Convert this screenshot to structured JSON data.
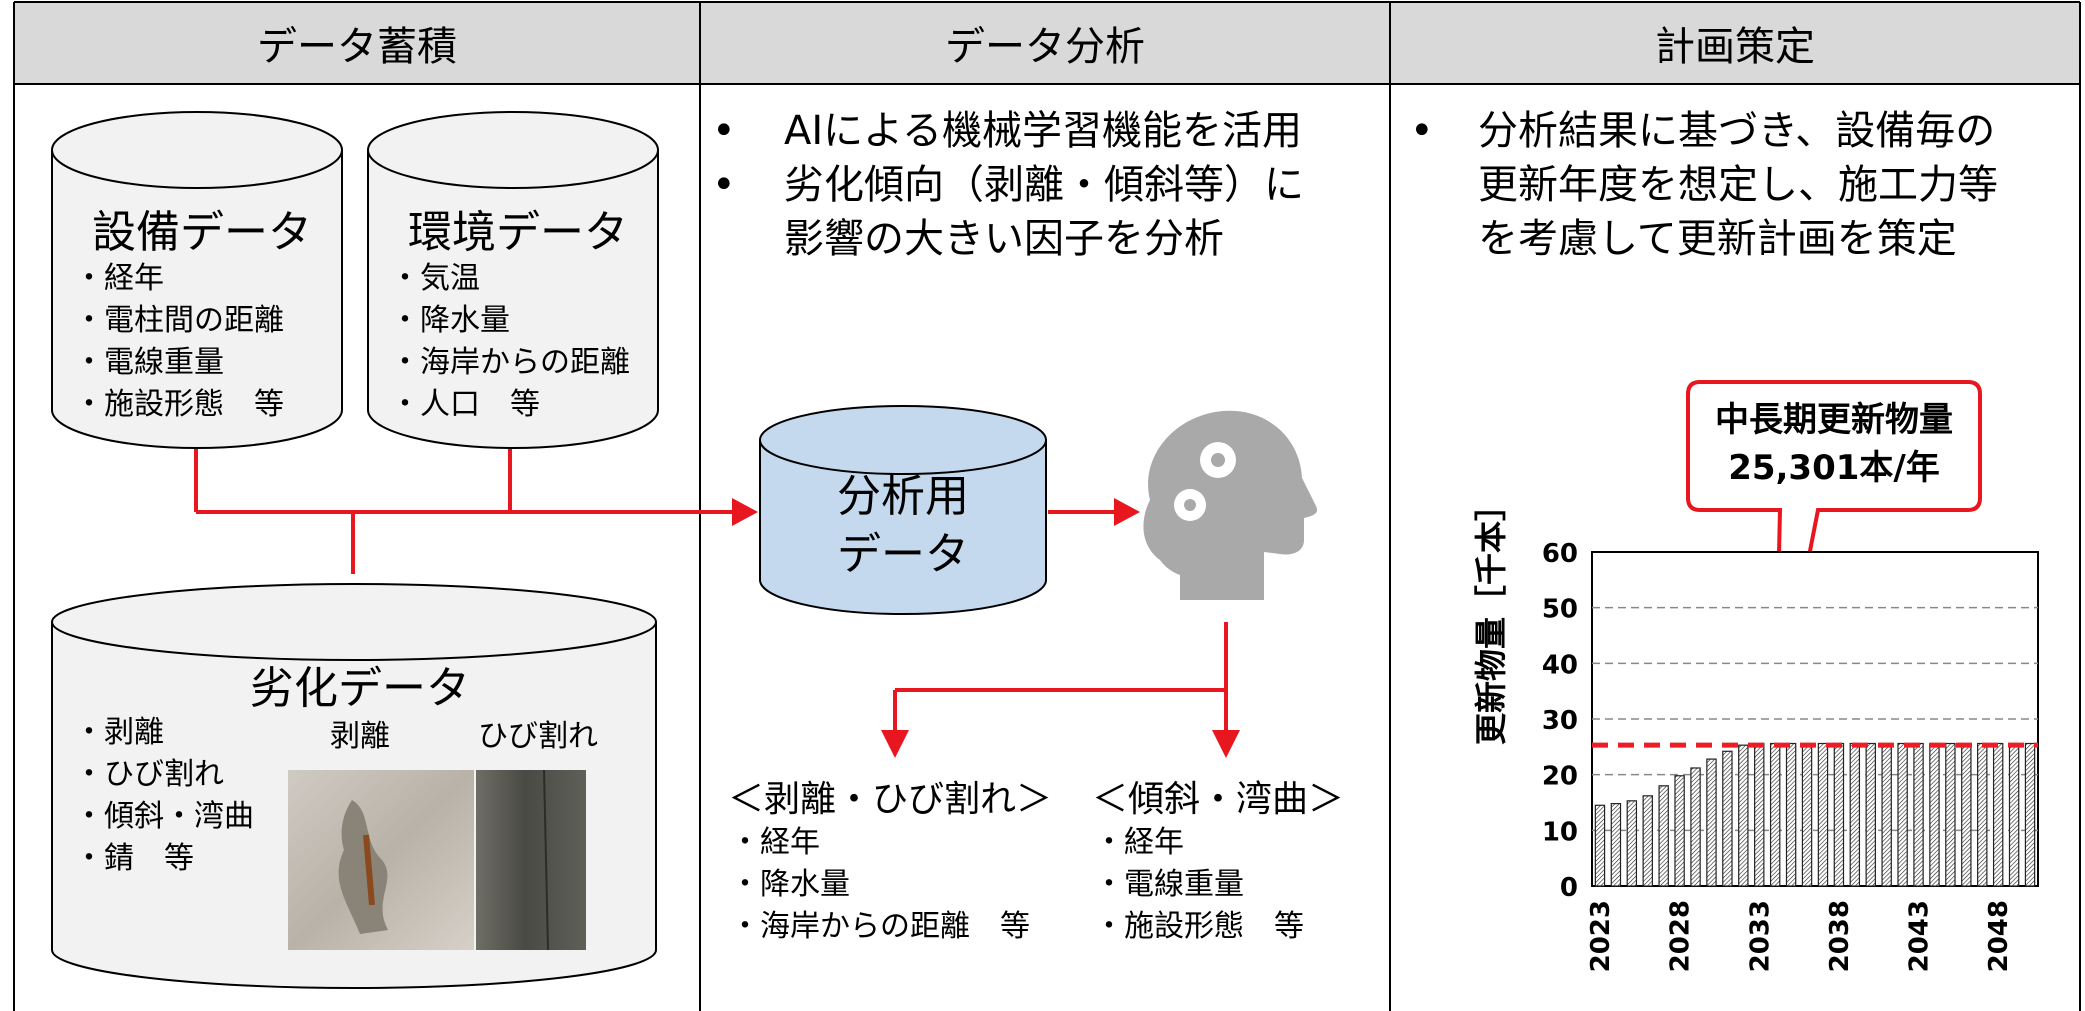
{
  "headers": {
    "accumulation": "データ蓄積",
    "analysis": "データ分析",
    "planning": "計画策定"
  },
  "equipment_db": {
    "title": "設備データ",
    "items": [
      "・経年",
      "・電柱間の距離",
      "・電線重量",
      "・施設形態　等"
    ]
  },
  "environment_db": {
    "title": "環境データ",
    "items": [
      "・気温",
      "・降水量",
      "・海岸からの距離",
      "・人口　等"
    ]
  },
  "degradation_db": {
    "title": "劣化データ",
    "items": [
      "・剥離",
      "・ひび割れ",
      "・傾斜・湾曲",
      "・錆　等"
    ],
    "photo_labels": [
      "剥離",
      "ひび割れ"
    ]
  },
  "analysis": {
    "bullets": [
      "AIによる機械学習機能を活用",
      "劣化傾向（剥離・傾斜等）に",
      "影響の大きい因子を分析"
    ],
    "db_label_line1": "分析用",
    "db_label_line2": "データ",
    "result_left": {
      "title": "＜剥離・ひび割れ＞",
      "items": [
        "・経年",
        "・降水量",
        "・海岸からの距離　等"
      ]
    },
    "result_right": {
      "title": "＜傾斜・湾曲＞",
      "items": [
        "・経年",
        "・電線重量",
        "・施設形態　等"
      ]
    }
  },
  "planning": {
    "bullets": [
      "分析結果に基づき、設備毎の",
      "更新年度を想定し、施工力等",
      "を考慮して更新計画を策定"
    ],
    "callout_line1": "中長期更新物量",
    "callout_line2": "25,301本/年"
  },
  "chart_data": {
    "type": "bar",
    "ylabel": "更新物量［千本］",
    "ylim": [
      0,
      60
    ],
    "yticks": [
      0,
      10,
      20,
      30,
      40,
      50,
      60
    ],
    "xtick_labels": [
      "2023",
      "2028",
      "2033",
      "2038",
      "2043",
      "2048"
    ],
    "x": [
      2023,
      2024,
      2025,
      2026,
      2027,
      2028,
      2029,
      2030,
      2031,
      2032,
      2033,
      2034,
      2035,
      2036,
      2037,
      2038,
      2039,
      2040,
      2041,
      2042,
      2043,
      2044,
      2045,
      2046,
      2047,
      2048,
      2049,
      2050
    ],
    "values": [
      14.5,
      14.8,
      15.3,
      16.2,
      18.0,
      19.8,
      21.2,
      22.8,
      24.2,
      25.3,
      25.6,
      25.6,
      25.6,
      25.6,
      25.6,
      25.6,
      25.6,
      25.6,
      25.6,
      25.6,
      25.6,
      25.6,
      25.6,
      25.6,
      25.6,
      25.6,
      25.6,
      25.6
    ],
    "reference_line": 25.3,
    "grid": true,
    "colors": {
      "bar_edge": "#222222",
      "reference": "#ee1c25",
      "grid": "#888888"
    }
  },
  "colors": {
    "header_bg": "#d9d9d9",
    "accent_red": "#e8161e",
    "analysis_db_fill": "#c4d9ee",
    "cylinder_fill": "#f2f2f2",
    "head_icon": "#a9a9a9"
  }
}
